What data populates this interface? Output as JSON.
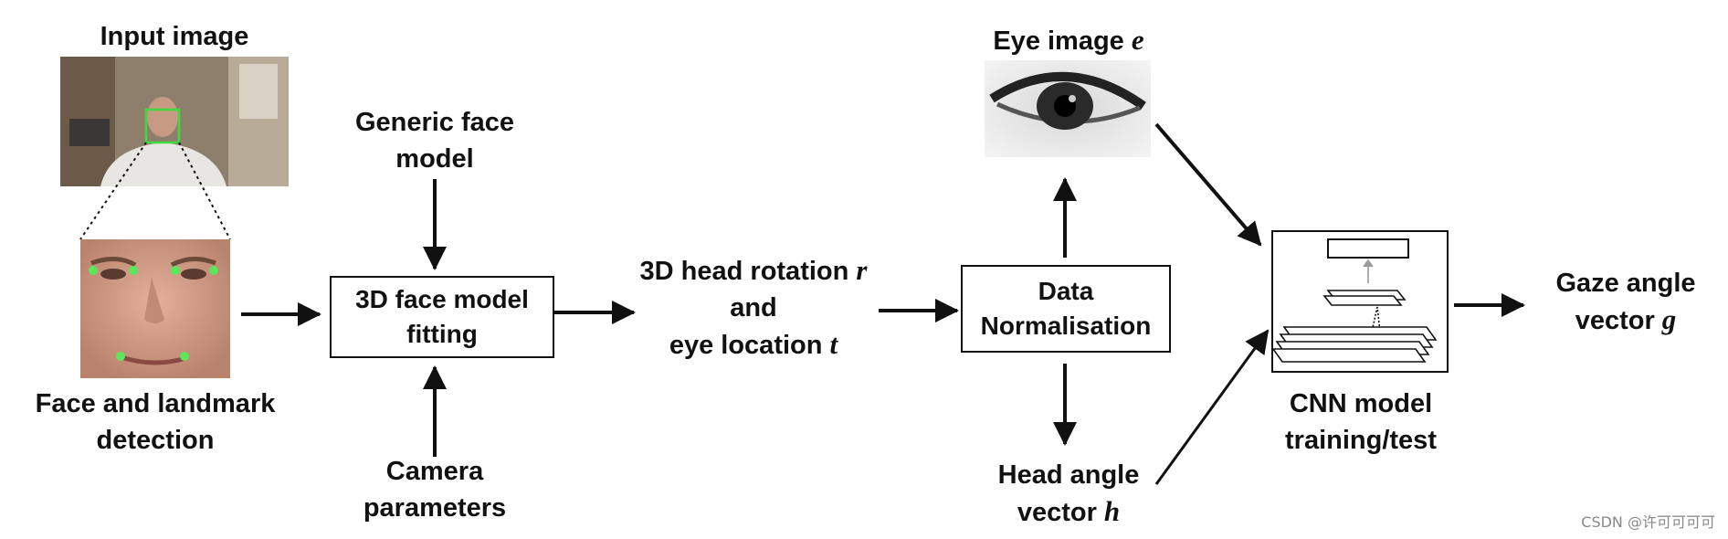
{
  "input_image": {
    "title": "Input image"
  },
  "face_detection": {
    "line1": "Face and landmark",
    "line2": "detection"
  },
  "generic_face_model": {
    "line1": "Generic face",
    "line2": "model"
  },
  "camera_parameters": {
    "line1": "Camera",
    "line2": "parameters"
  },
  "fitting_box": {
    "line1": "3D face model",
    "line2": "fitting"
  },
  "head_output": {
    "line1_text": "3D head rotation ",
    "line1_var": "r",
    "line2": "and",
    "line3_text": "eye location ",
    "line3_var": "t"
  },
  "normalisation_box": {
    "line1": "Data",
    "line2": "Normalisation"
  },
  "eye_image": {
    "text": "Eye image ",
    "var": "e"
  },
  "head_angle": {
    "line1": "Head angle",
    "line2_text": "vector ",
    "line2_var": "h"
  },
  "cnn": {
    "line1": "CNN model",
    "line2": "training/test"
  },
  "gaze": {
    "line1": "Gaze angle",
    "line2_text": "vector ",
    "line2_var": "g"
  },
  "watermark": "CSDN @许可可可可"
}
